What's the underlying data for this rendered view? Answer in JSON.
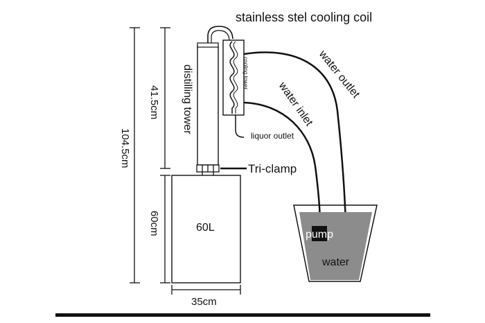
{
  "labels": {
    "cooling_coil": "stainless stel cooling coil",
    "distilling_tower": "distilling tower",
    "cooling_tower": "cooling tower",
    "water_outlet": "water outlet",
    "water_inlet": "water inlet",
    "liquor_outlet": "liquor outlet",
    "tri_clamp": "Tri-clamp",
    "tank_volume": "60L",
    "pump": "pump",
    "water": "water"
  },
  "dimensions": {
    "total_height": "104.5cm",
    "tower_height": "41.5cm",
    "tank_height": "60cm",
    "tank_width": "35cm"
  },
  "colors": {
    "line": "#111111",
    "water_fill": "#8c8c8c"
  }
}
